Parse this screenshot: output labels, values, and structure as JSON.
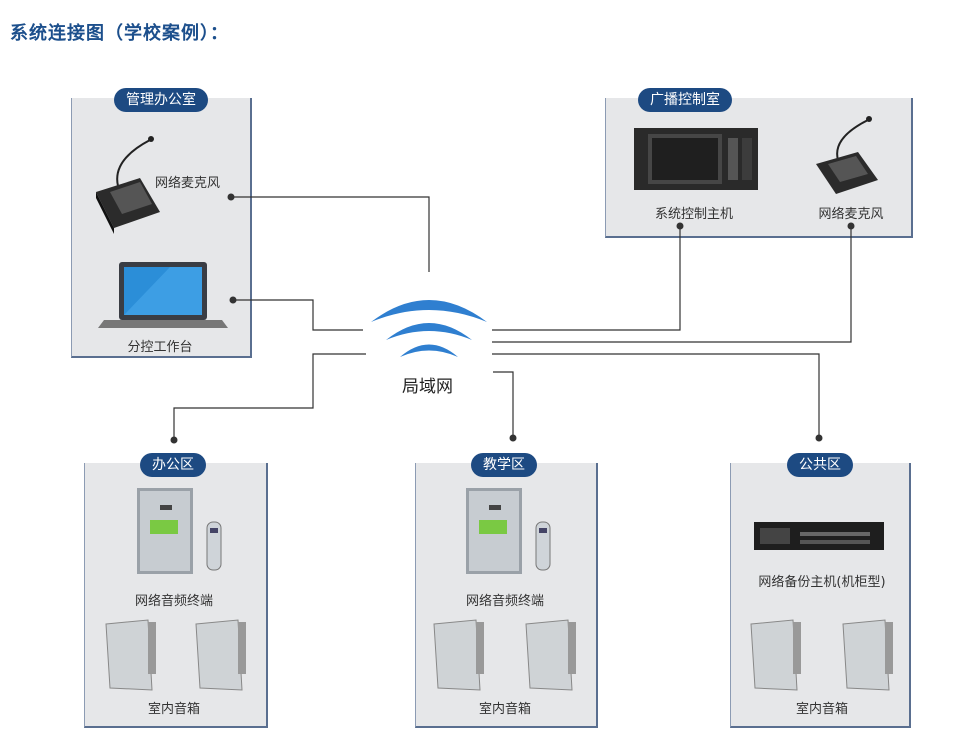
{
  "title": "系统连接图（学校案例）：",
  "network_label": "局域网",
  "zones": {
    "management": {
      "label": "管理办公室",
      "mic_label": "网络麦克风",
      "workstation_label": "分控工作台"
    },
    "broadcast": {
      "label": "广播控制室",
      "host_label": "系统控制主机",
      "mic_label": "网络麦克风"
    },
    "office": {
      "label": "办公区",
      "terminal_label": "网络音频终端",
      "speaker_label": "室内音箱"
    },
    "teaching": {
      "label": "教学区",
      "terminal_label": "网络音频终端",
      "speaker_label": "室内音箱"
    },
    "public": {
      "label": "公共区",
      "backup_label": "网络备份主机(机柜型)",
      "speaker_label": "室内音箱"
    }
  },
  "colors": {
    "accent": "#1d4a82",
    "zone_bg": "#e6e7e9",
    "wifi": "#2f7fd0",
    "line": "#333333"
  }
}
